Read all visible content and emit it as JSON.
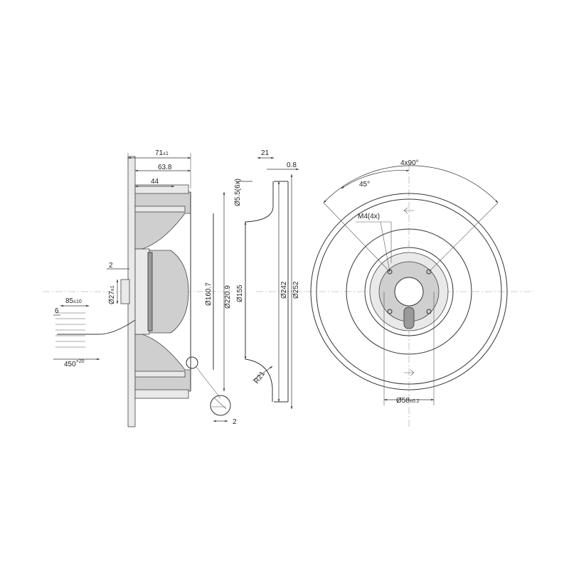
{
  "side_view": {
    "overall_depth": "71",
    "overall_depth_tol": "±1",
    "depth_63_8": "63.8",
    "depth_44": "44",
    "dim_2_left": "2",
    "hub_diameter": "Ø27",
    "hub_diameter_tol": "±1",
    "dia_160_7": "Ø160.7",
    "dia_220_9": "Ø220.9",
    "cable_strip": "85",
    "cable_strip_tol": "±10",
    "wire_pitch": "6",
    "cable_length": "450",
    "cable_length_tol": "+20",
    "detail_dim_2": "2"
  },
  "profile_view": {
    "thickness_21": "21",
    "thickness_0_8": "0.8",
    "hole_dia": "Ø5.5(6x)",
    "dia_155": "Ø155",
    "dia_242": "Ø242",
    "dia_252": "Ø252",
    "radius": "R21"
  },
  "front_view": {
    "pattern": "4x90°",
    "angle": "45°",
    "thread": "M4(4x)",
    "shaft_dia": "Ø58",
    "shaft_dia_tol": "±0.2"
  },
  "colors": {
    "line": "#333333",
    "body_fill": "#cfcfcf",
    "light_fill": "#e9e9e9"
  }
}
